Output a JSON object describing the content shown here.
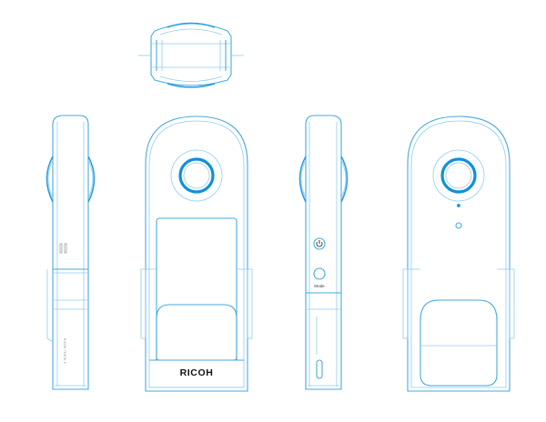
{
  "views": {
    "front": {
      "brand": "RICOH"
    },
    "right_side": {
      "mode_label": "Mode"
    },
    "left_side": {
      "model_text": "RICOH THETA X"
    }
  }
}
